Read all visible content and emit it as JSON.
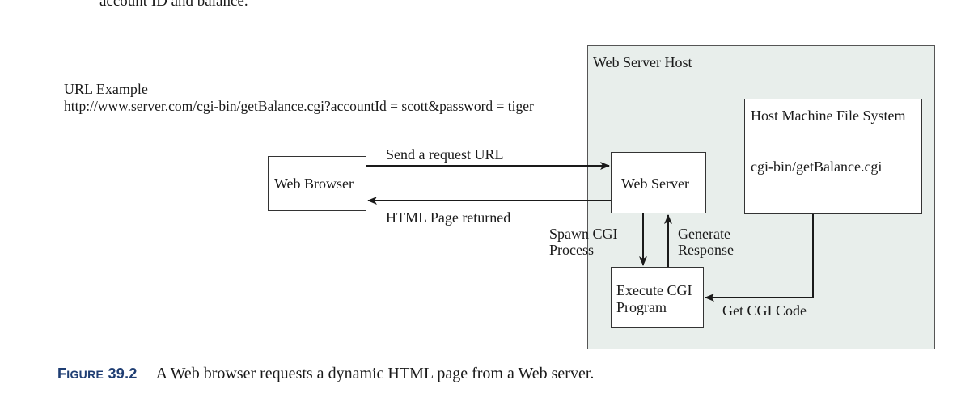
{
  "top_text": "account ID and balance.",
  "url_example": {
    "title": "URL Example",
    "url": "http://www.server.com/cgi-bin/getBalance.cgi?accountId = scott&password = tiger"
  },
  "web_server_host": {
    "title": "Web Server Host"
  },
  "web_browser": {
    "label": "Web Browser"
  },
  "web_server": {
    "label": "Web Server"
  },
  "file_system": {
    "title": "Host Machine File System",
    "path": "cgi-bin/getBalance.cgi"
  },
  "cgi_program": {
    "line1": "Execute CGI",
    "line2": "Program"
  },
  "arrows": {
    "send_request": "Send a request URL",
    "html_returned": "HTML Page returned",
    "spawn_line1": "Spawn CGI",
    "spawn_line2": "Process",
    "generate_line1": "Generate",
    "generate_line2": "Response",
    "get_code": "Get CGI Code"
  },
  "caption": {
    "label_first": "F",
    "label_rest": "IGURE",
    "number": "39.2",
    "text": "A Web browser requests a dynamic HTML page from a Web server."
  },
  "colors": {
    "host_background": "#e8eeeb",
    "caption_label": "#1f3e73"
  }
}
